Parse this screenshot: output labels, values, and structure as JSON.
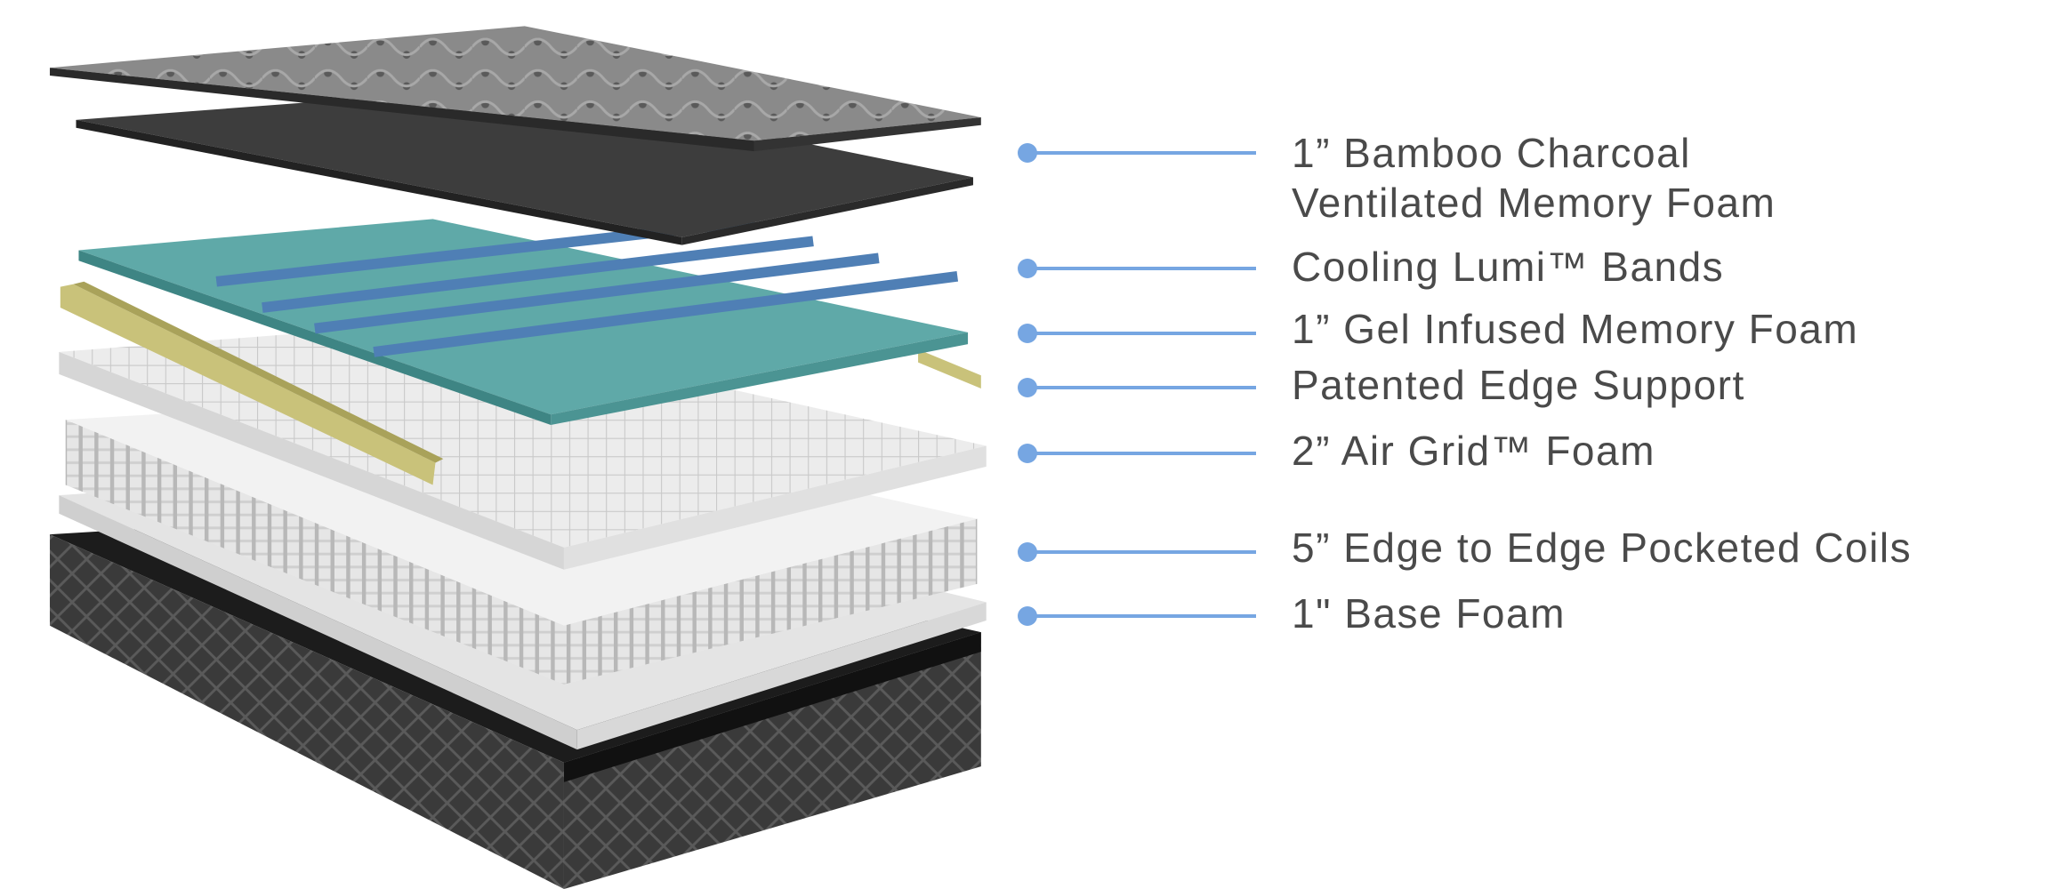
{
  "diagram": {
    "subject": "mattress-layers",
    "accent_color": "#76a6e2",
    "layers": [
      {
        "line1": "1” Bamboo Charcoal",
        "line2": "Ventilated Memory Foam"
      },
      {
        "line1": "Cooling Lumi™ Bands"
      },
      {
        "line1": "1” Gel Infused Memory Foam"
      },
      {
        "line1": "Patented Edge Support"
      },
      {
        "line1": "2” Air Grid™ Foam"
      },
      {
        "line1": "5” Edge to Edge Pocketed Coils"
      },
      {
        "line1": "1\" Base Foam"
      }
    ]
  }
}
